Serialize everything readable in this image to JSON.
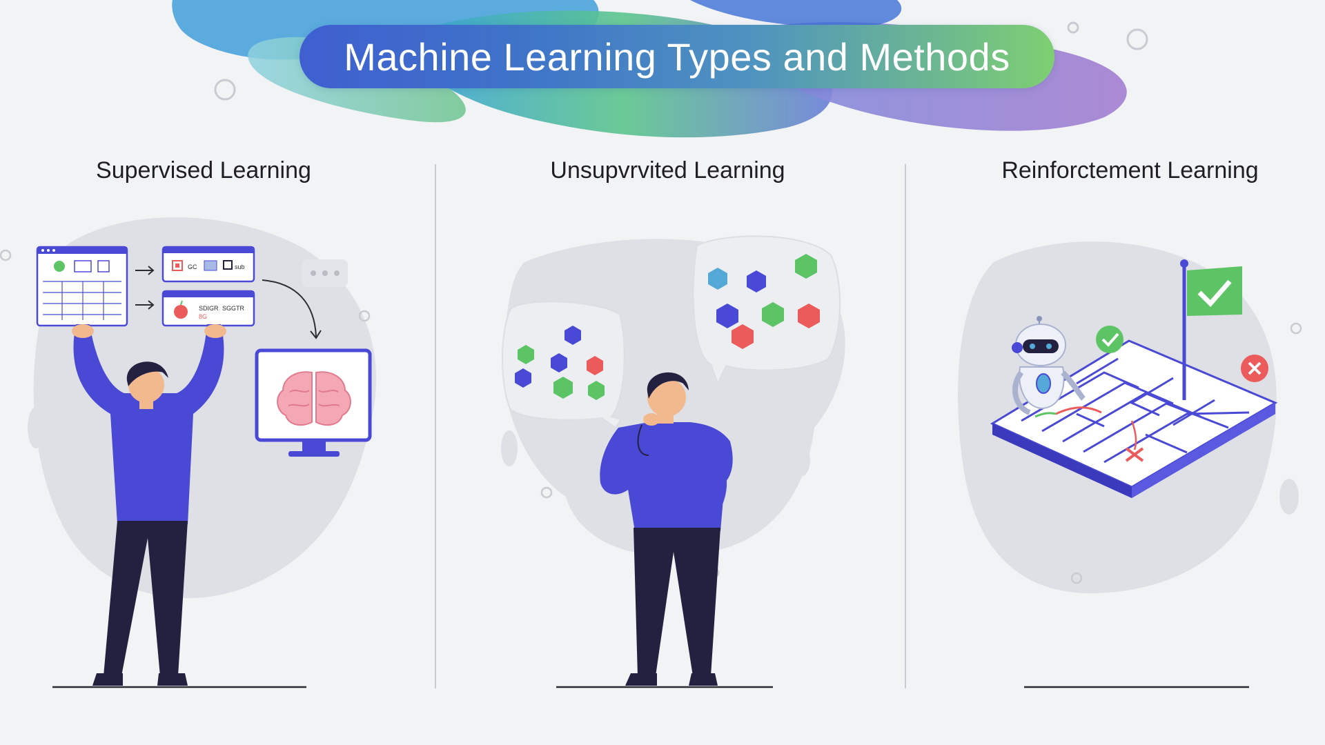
{
  "header": {
    "title": "Machine Learning Types and Methods"
  },
  "columns": [
    {
      "title": "Supervised Learning"
    },
    {
      "title": "Unsupvrvited Learning"
    },
    {
      "title": "Reinforctement Learning"
    }
  ],
  "supervised": {
    "card_a_text": "GC",
    "card_a_text2": "sub",
    "card_b_text": "SDIGR",
    "card_b_text2": "SGGTR",
    "card_b_text3": "8G"
  },
  "colors": {
    "accent_blue": "#4a49d6",
    "dark_navy": "#23213f",
    "green": "#5cc464",
    "red": "#ec5b5b",
    "cyan": "#55a9d8",
    "skin": "#f2b98f"
  }
}
